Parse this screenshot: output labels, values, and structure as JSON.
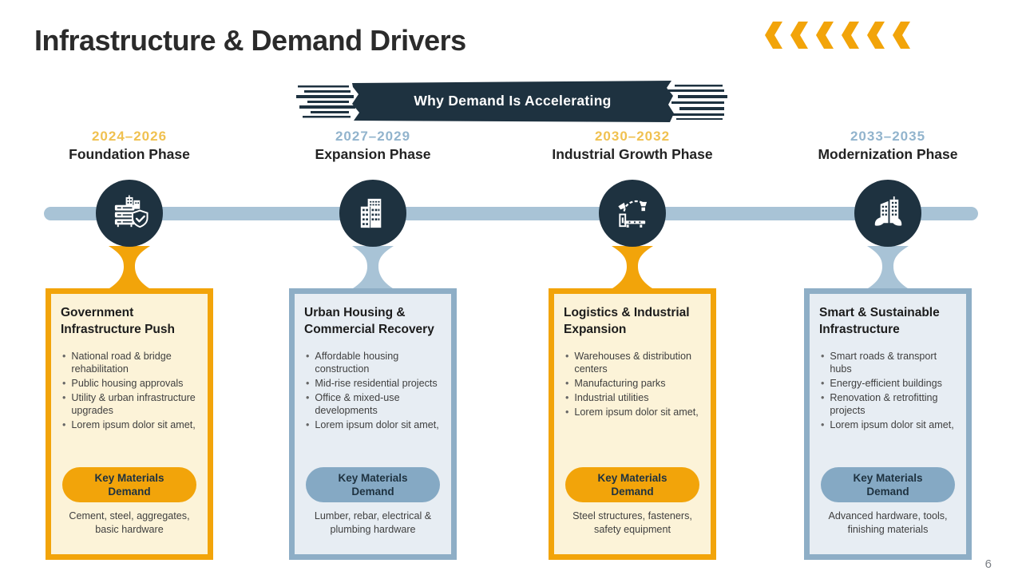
{
  "slide": {
    "title": "Infrastructure & Demand Drivers",
    "banner_label": "Why Demand Is Accelerating",
    "page_number": "6",
    "decoration": "six-left-chevrons"
  },
  "colors": {
    "navy": "#1E3240",
    "accent_yellow": "#F2A40A",
    "year_yellow": "#F0C150",
    "year_blue": "#92B4CD",
    "timeline_blue": "#A8C3D6",
    "card_blue_border": "#8EAEC6",
    "card_blue_bg": "#E7EDF3",
    "pill_blue": "#85A9C4",
    "card_yellow_bg": "#FCF3D8",
    "heading_text": "#2B2B2B",
    "body_text": "#3F3F3F",
    "page_number_gray": "#7B7F85"
  },
  "phases": [
    {
      "years": "2024–2026",
      "name": "Foundation Phase",
      "theme": "yellow",
      "icon": "buildings-shield-icon",
      "card_title": "Government Infrastructure Push",
      "bullets": [
        "National road & bridge rehabilitation",
        "Public housing approvals",
        "Utility & urban infrastructure upgrades",
        "Lorem ipsum dolor sit amet,"
      ],
      "pill": "Key Materials Demand",
      "materials": "Cement, steel, aggregates, basic hardware"
    },
    {
      "years": "2027–2029",
      "name": "Expansion Phase",
      "theme": "blue",
      "icon": "office-building-icon",
      "card_title": "Urban Housing & Commercial Recovery",
      "bullets": [
        "Affordable housing construction",
        "Mid-rise residential projects",
        "Office & mixed-use developments",
        "Lorem ipsum dolor sit amet,"
      ],
      "pill": "Key Materials Demand",
      "materials": "Lumber, rebar, electrical & plumbing hardware"
    },
    {
      "years": "2030–2032",
      "name": "Industrial Growth Phase",
      "theme": "yellow",
      "icon": "robotic-arm-icon",
      "card_title": "Logistics & Industrial Expansion",
      "bullets": [
        "Warehouses & distribution centers",
        "Manufacturing parks",
        "Industrial utilities",
        "Lorem ipsum dolor sit amet,"
      ],
      "pill": "Key Materials Demand",
      "materials": "Steel structures, fasteners, safety equipment"
    },
    {
      "years": "2033–2035",
      "name": "Modernization Phase",
      "theme": "blue",
      "icon": "eco-buildings-icon",
      "card_title": "Smart & Sustainable Infrastructure",
      "bullets": [
        "Smart roads & transport hubs",
        "Energy-efficient buildings",
        "Renovation & retrofitting projects",
        "Lorem ipsum dolor sit amet,"
      ],
      "pill": "Key Materials Demand",
      "materials": "Advanced hardware, tools, finishing materials"
    }
  ]
}
